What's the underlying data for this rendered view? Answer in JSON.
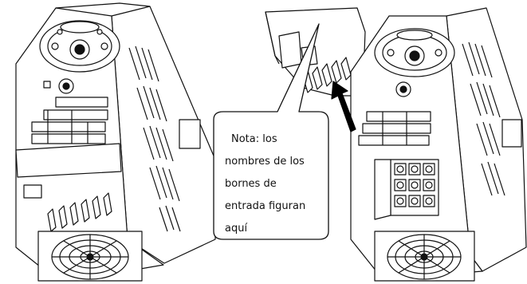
{
  "callout": {
    "lines": [
      "Nota: los",
      "nombres de los",
      "bornes de",
      "entrada figuran",
      "aquí"
    ]
  },
  "colors": {
    "line": "#111111",
    "fill": "#ffffff",
    "arrow": "#000000"
  }
}
